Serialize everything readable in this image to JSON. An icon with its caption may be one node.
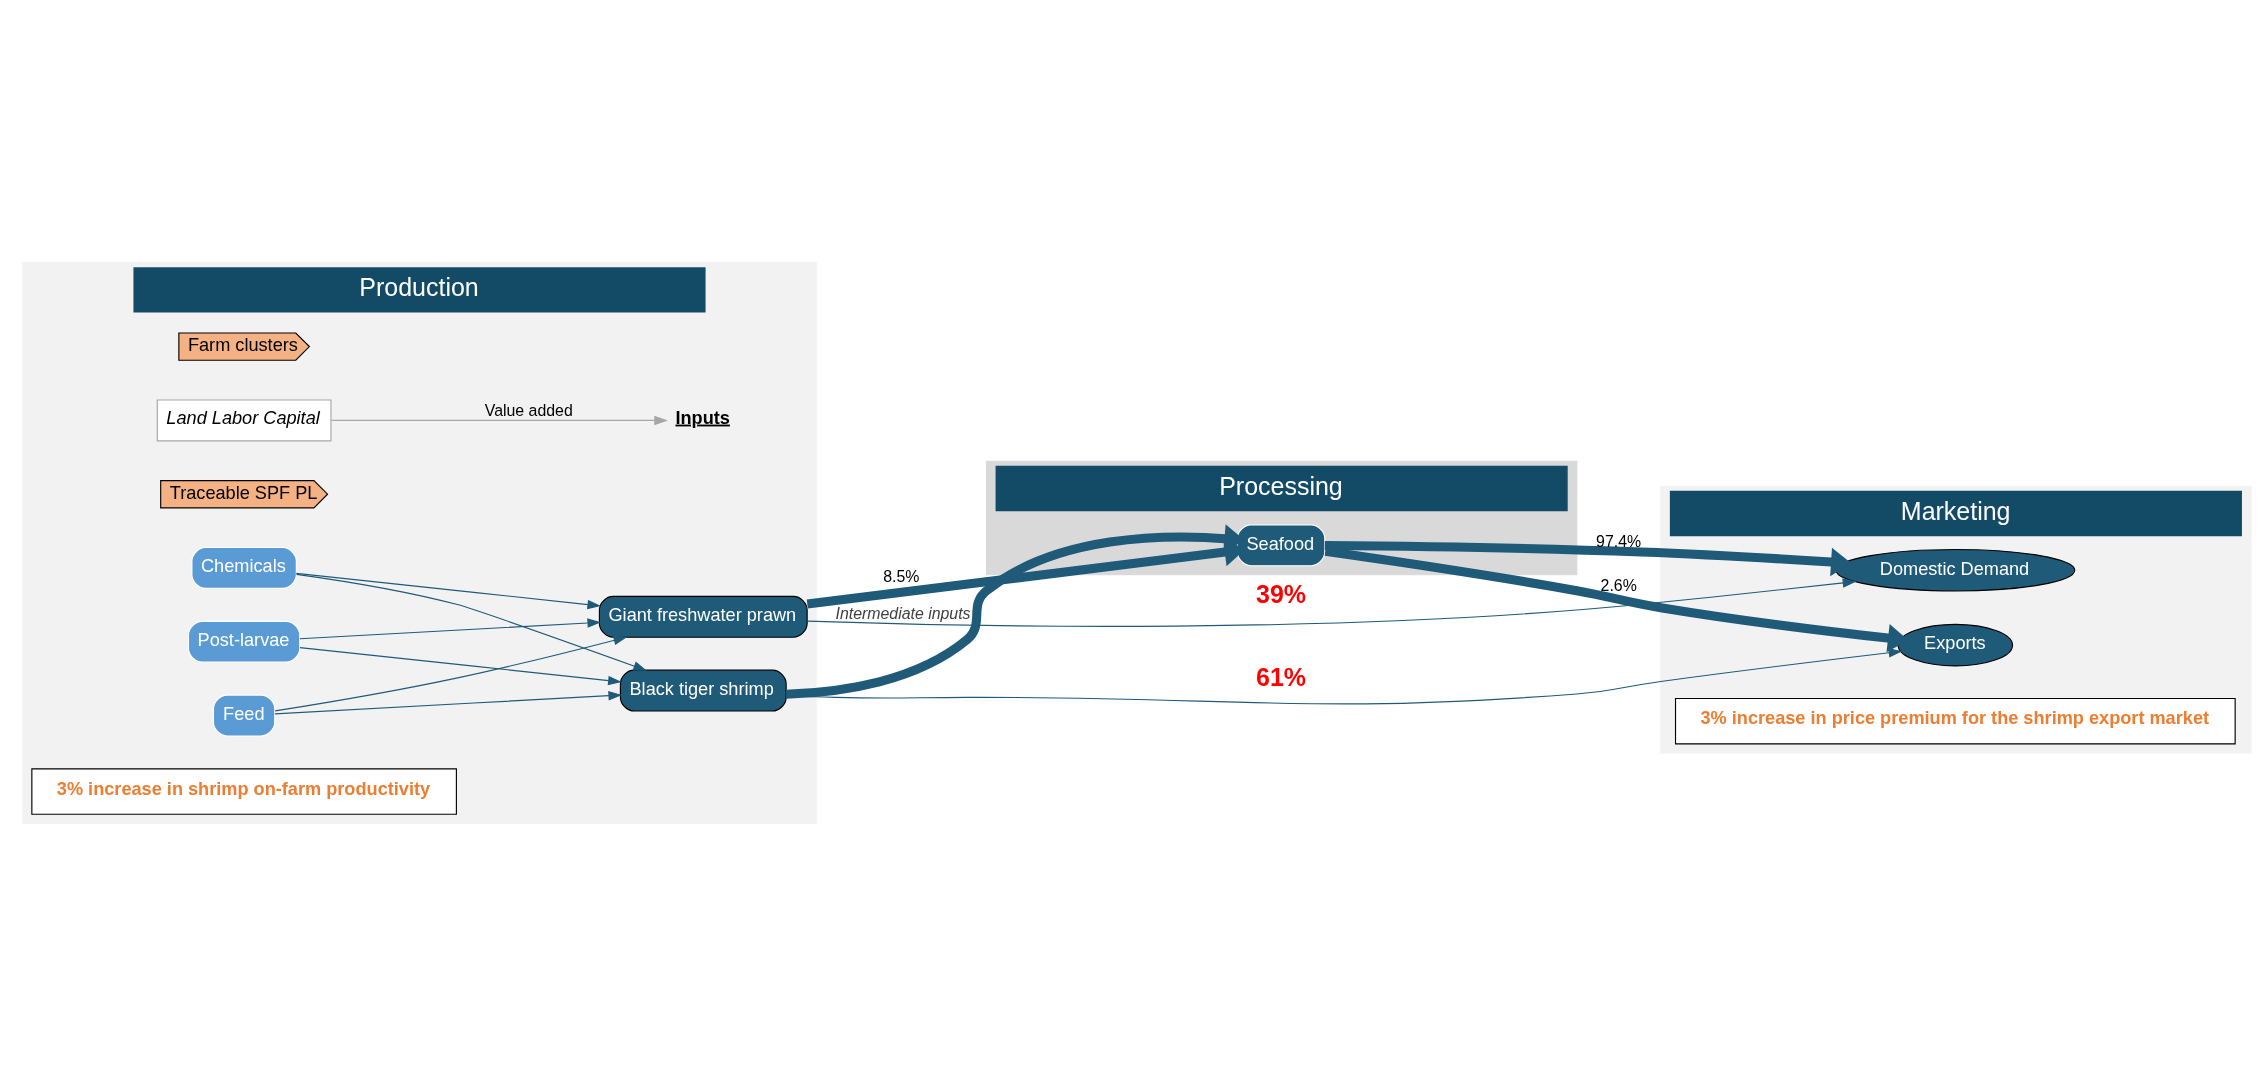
{
  "diagram": {
    "nodes": [
      {
        "text": [
          "Production"
        ]
      },
      {
        "text": [
          "Processing"
        ]
      },
      {
        "text": [
          "Marketing"
        ]
      },
      {
        "text": [
          "Farm clusters"
        ],
        "in": 0
      },
      {
        "text": [
          "Land Labor Capital"
        ],
        "in": 0
      },
      {
        "text": [
          "Inputs"
        ],
        "in": 0
      },
      {
        "text": [
          "Traceable SPF PL"
        ],
        "in": 0
      },
      {
        "text": [
          "Post-larvae"
        ],
        "in": 0
      },
      {
        "text": [
          "Feed"
        ],
        "in": 0
      },
      {
        "text": [
          "Chemicals"
        ],
        "in": 0
      },
      {
        "text": [
          "Giant freshwater prawn"
        ],
        "in": 0
      },
      {
        "text": [
          "Black tiger shrimp"
        ],
        "in": 0
      },
      {
        "text": [
          "3% increase in shrimp on-farm productivity"
        ],
        "in": 0
      },
      {
        "text": [
          "Seafood"
        ],
        "in": 1
      },
      {
        "text": [
          "Domestic Demand"
        ],
        "in": 2
      },
      {
        "text": [
          "Exports"
        ],
        "in": 2
      },
      {
        "text": [
          "3% increase in price premium for the shrimp export market"
        ],
        "in": 2
      }
    ],
    "edges": [
      {
        "from": 4,
        "to": 5,
        "arrow": "to",
        "label": "Value added",
        "color": "#a6a6a6"
      },
      {
        "from": 7,
        "to": 10,
        "arrow": "to"
      },
      {
        "from": 7,
        "to": 11,
        "arrow": "to"
      },
      {
        "from": 8,
        "to": 10,
        "arrow": "to"
      },
      {
        "from": 8,
        "to": 11,
        "arrow": "to"
      },
      {
        "from": 9,
        "to": 10,
        "arrow": "to"
      },
      {
        "from": 9,
        "to": 11,
        "arrow": "to"
      },
      {
        "from": 10,
        "to": 14,
        "arrow": "to",
        "label": "39%"
      },
      {
        "from": 11,
        "to": 15,
        "arrow": "to",
        "label": "61%"
      },
      {
        "from": 10,
        "to": 13,
        "arrow": "to",
        "style": "thick",
        "label": "8.5%"
      },
      {
        "from": 11,
        "to": 13,
        "arrow": "to",
        "style": "thick",
        "label": "Intermediate inputs"
      },
      {
        "from": 13,
        "to": 14,
        "arrow": "to",
        "style": "thick",
        "label": "97.4%"
      },
      {
        "from": 13,
        "to": 15,
        "arrow": "to",
        "style": "thick",
        "label": "2.6%"
      }
    ]
  }
}
